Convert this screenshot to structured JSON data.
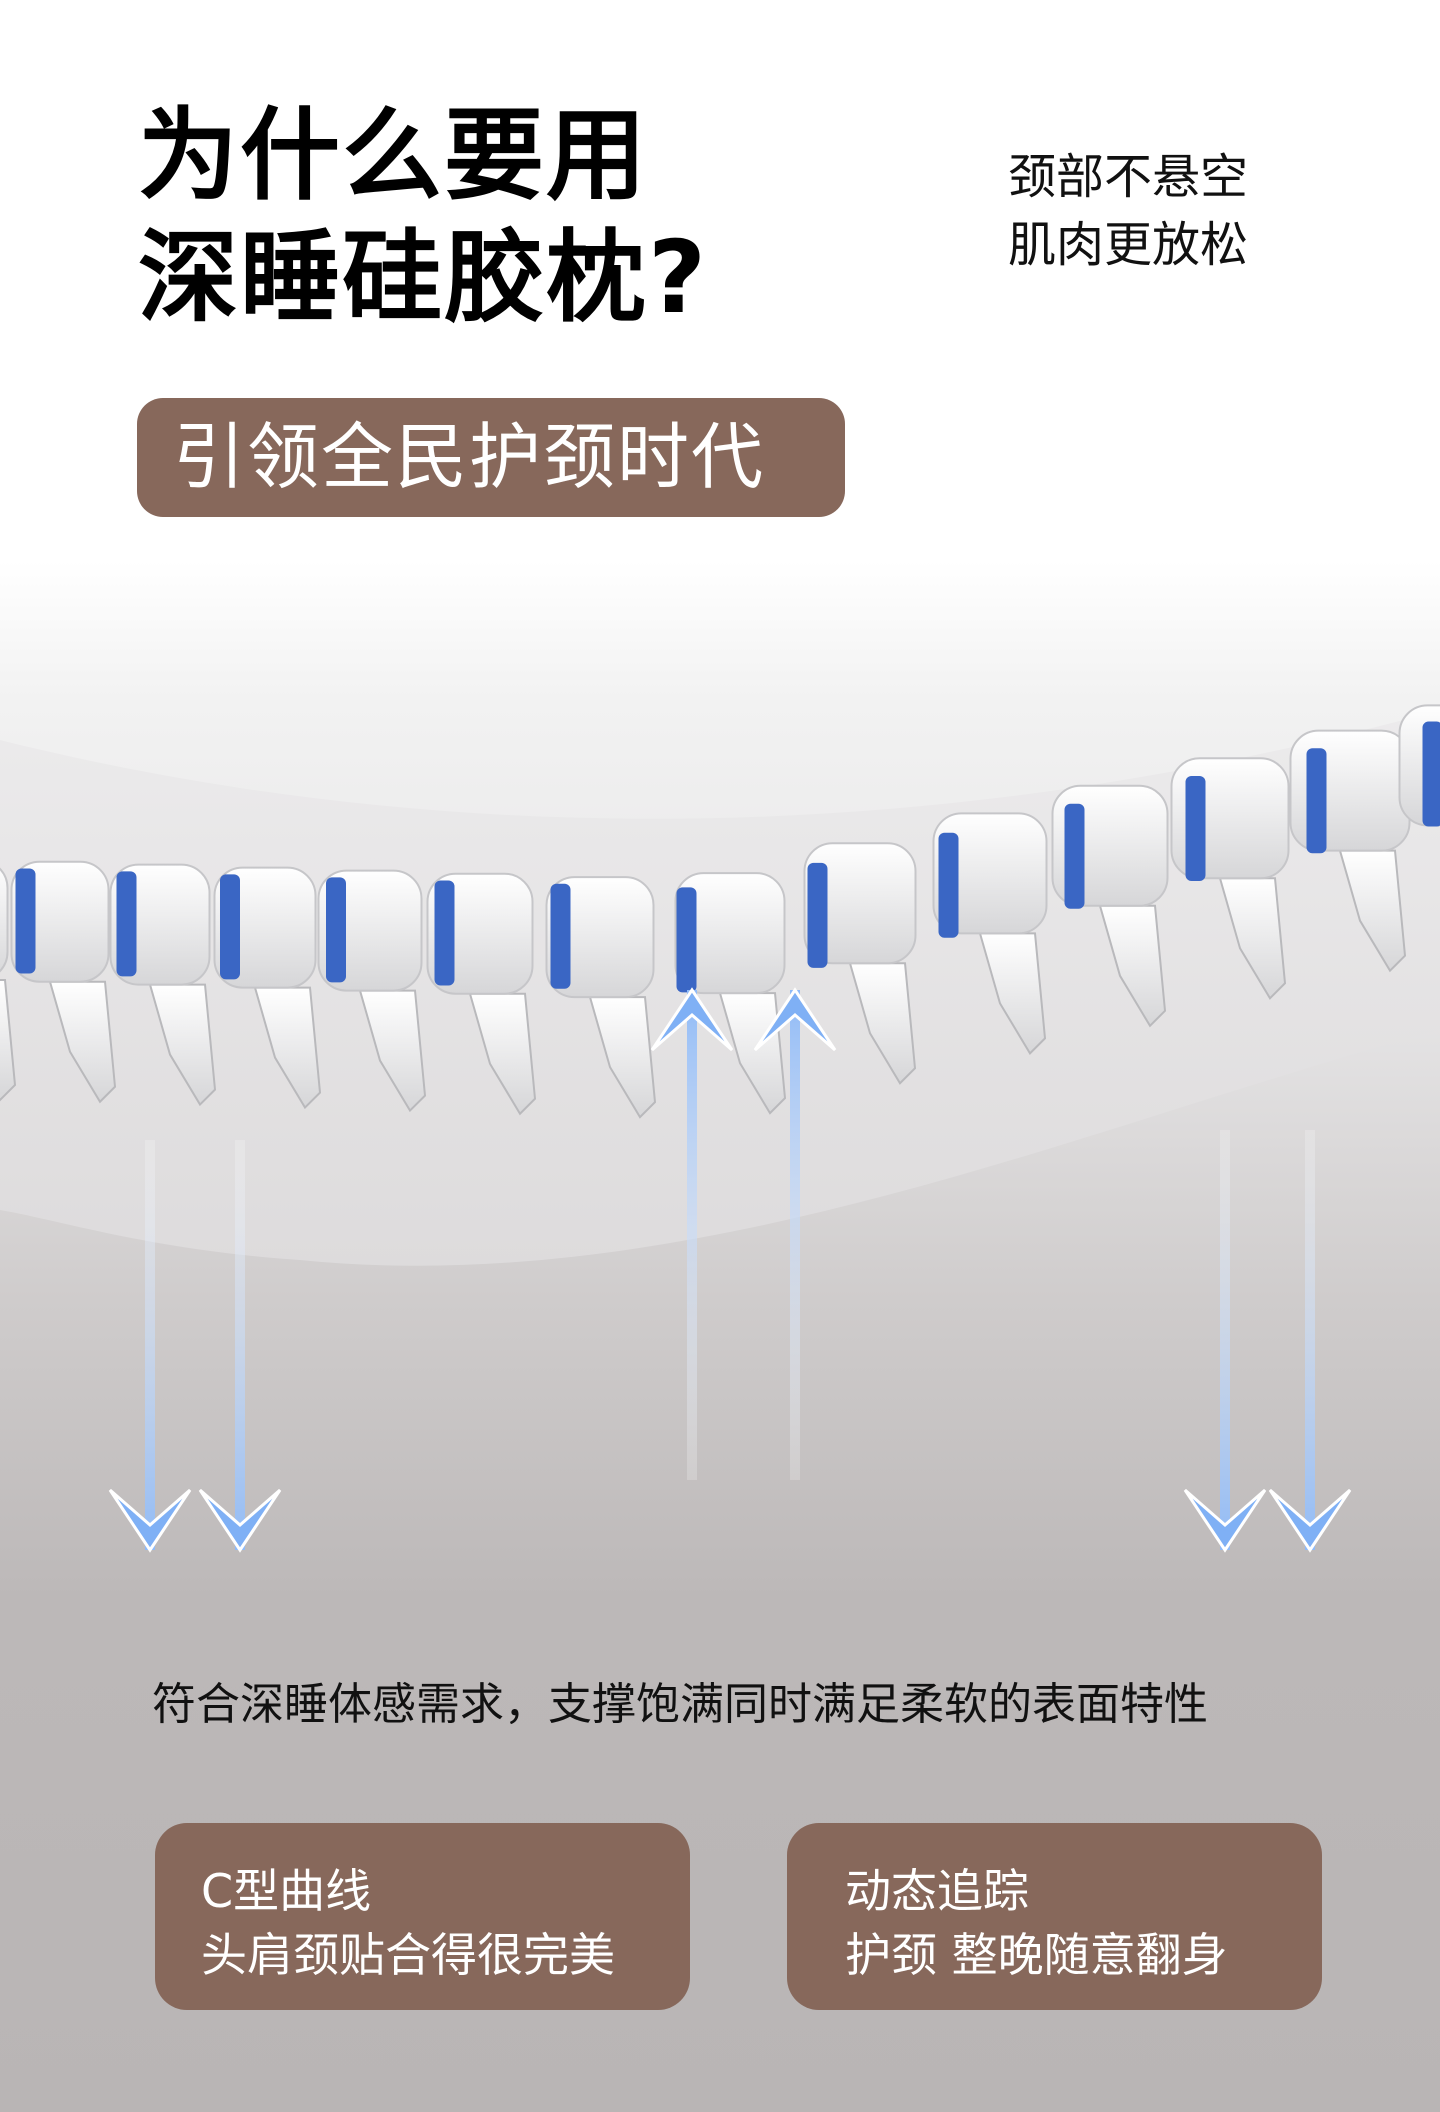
{
  "header": {
    "title_line1": "为什么要用",
    "title_line2": "深睡硅胶枕?",
    "side_line1": "颈部不悬空",
    "side_line2": "肌肉更放松"
  },
  "badge": {
    "label": "引领全民护颈时代"
  },
  "illustration": {
    "disc_color": "#3a66c4",
    "arrow_color": "#7fb0f5"
  },
  "subtitle": "符合深睡体感需求，支撑饱满同时满足柔软的表面特性",
  "cards": [
    {
      "title": "C型曲线",
      "desc": "头肩颈贴合得很完美"
    },
    {
      "title": "动态追踪",
      "desc": "护颈 整晚随意翻身"
    }
  ],
  "colors": {
    "brand": "#87685b"
  }
}
